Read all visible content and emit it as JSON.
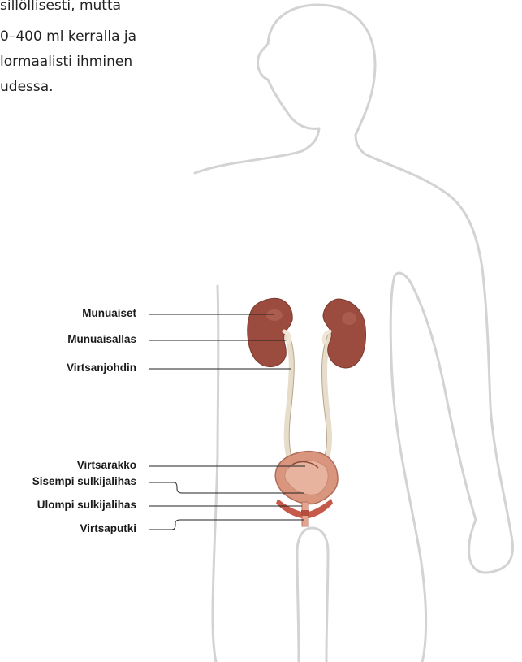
{
  "intro": {
    "lines": [
      "sillöllisesti, mutta",
      "0–400 ml kerralla ja",
      "lormaalisti ihminen",
      "udessa."
    ]
  },
  "labels": {
    "kidneys": "Munuaiset",
    "renal_pelvis": "Munuaisallas",
    "ureter": "Virtsanjohdin",
    "bladder": "Virtsarakko",
    "internal_sphincter": "Sisempi sulkijalihas",
    "external_sphincter": "Ulompi sulkijalihas",
    "urethra": "Virtsaputki"
  },
  "colors": {
    "body_outline": "#d3d3d3",
    "kidney": "#9b4c3e",
    "ureter": "#e8dccb",
    "bladder": "#d9957e",
    "leader_line": "#222222"
  }
}
